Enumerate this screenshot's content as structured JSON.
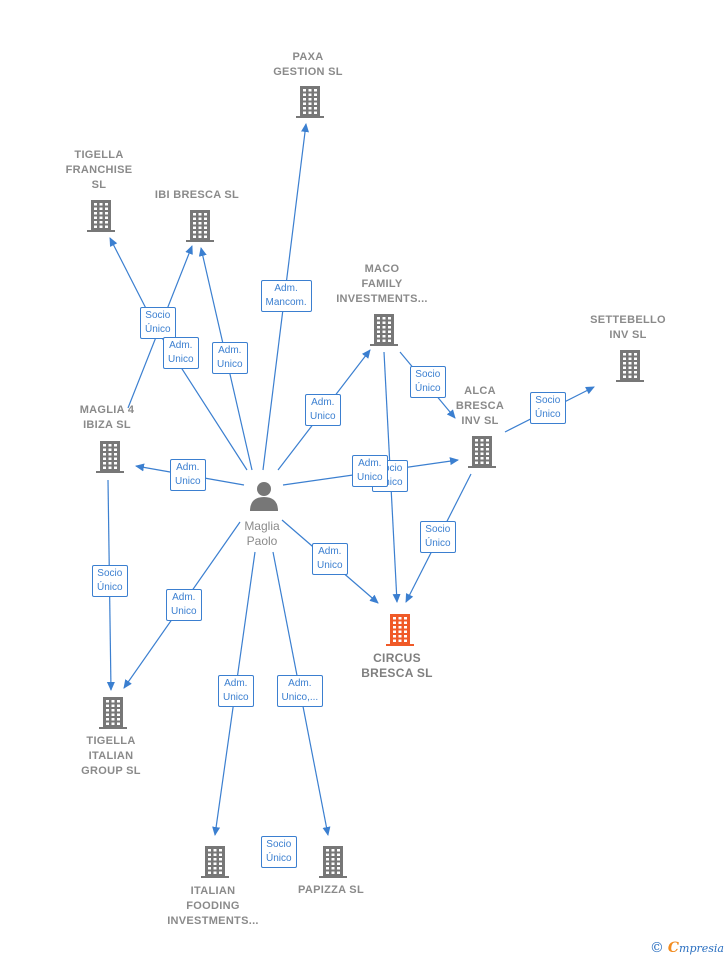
{
  "colors": {
    "edge": "#3b7fd0",
    "building": "#777777",
    "target": "#f05a28",
    "person": "#777777"
  },
  "nodes": [
    {
      "id": "paxa",
      "label": "PAXA\nGESTION  SL",
      "icon": "building-icon"
    },
    {
      "id": "tigfran",
      "label": "TIGELLA\nFRANCHISE\nSL",
      "icon": "building-icon"
    },
    {
      "id": "ibi",
      "label": "IBI BRESCA  SL",
      "icon": "building-icon"
    },
    {
      "id": "maco",
      "label": "MACO\nFAMILY\nINVESTMENTS...",
      "icon": "building-icon"
    },
    {
      "id": "settebello",
      "label": "SETTEBELLO\nINV  SL",
      "icon": "building-icon"
    },
    {
      "id": "alca",
      "label": "ALCA\nBRESCA\nINV  SL",
      "icon": "building-icon"
    },
    {
      "id": "maglia4",
      "label": "MAGLIA 4\nIBIZA  SL",
      "icon": "building-icon"
    },
    {
      "id": "person",
      "label": "Maglia\nPaolo",
      "icon": "person-icon"
    },
    {
      "id": "circus",
      "label": "CIRCUS\nBRESCA  SL",
      "icon": "building-icon"
    },
    {
      "id": "tigital",
      "label": "TIGELLA\nITALIAN\nGROUP  SL",
      "icon": "building-icon"
    },
    {
      "id": "italian",
      "label": "ITALIAN\nFOODING\nINVESTMENTS...",
      "icon": "building-icon"
    },
    {
      "id": "papizza",
      "label": "PAPIZZA SL",
      "icon": "building-icon"
    }
  ],
  "edge_labels": [
    "Adm.\nMancom.",
    "Socio\nÚnico",
    "Adm.\nUnico",
    "Adm.\nUnico",
    "Adm.\nUnico",
    "Socio\nÚnico",
    "Socio\nÚnico",
    "Adm.\nUnico",
    "Socio\nÚnico",
    "Socio\nÚnico",
    "Adm.\nUnico",
    "Socio\nÚnico",
    "Adm.\nUnico",
    "Adm.\nUnico",
    "Adm.\nUnico",
    "Adm.\nUnico,...",
    "Socio\nÚnico"
  ],
  "brand": {
    "copyright": "©",
    "name_first": "C",
    "name_rest": "mpresia"
  }
}
